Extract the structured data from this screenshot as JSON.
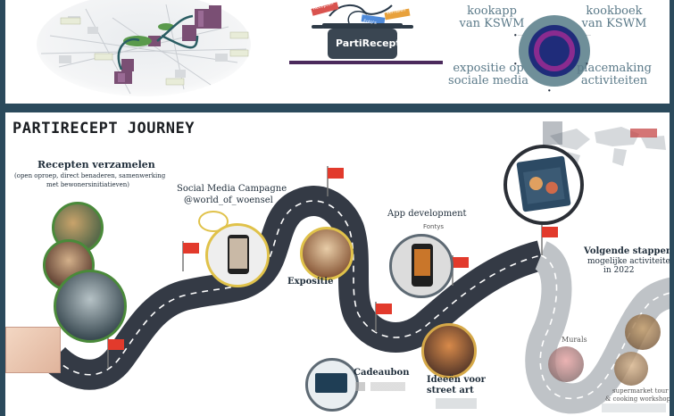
{
  "top": {
    "pot_label": "PartiRecept",
    "pot_tags": [
      "Recepten",
      "Foto's",
      "Verhalen"
    ],
    "wheel": {
      "kookapp": "kookapp van KSWM",
      "kookboek": "kookboek van KSWM",
      "expositie": "expositie op sociale media",
      "placemaking": "placemaking activiteiten"
    }
  },
  "journey": {
    "title": "PARTIRECEPT JOURNEY",
    "recepten_title": "Recepten verzamelen",
    "recepten_sub1": "(open oproep, direct benaderen, samenwerking",
    "recepten_sub2": "met bewonersinitiatieven)",
    "social_title": "Social Media Campagne",
    "social_handle": "@world_of_woensel",
    "expositie": "Expositie",
    "app_title": "App development",
    "fontys": "Fontys",
    "cadeaubon": "Cadeaubon",
    "ideeen1": "Ideeën voor",
    "ideeen2": "street art",
    "volgende1": "Volgende stappen:",
    "volgende2": "mogelijke activiteiten",
    "volgende3": "in 2022",
    "murals": "Murals",
    "supermarket1": "supermarket tour",
    "supermarket2": "& cooking workshop"
  },
  "colors": {
    "background": "#2b4a5c",
    "road_dark": "#343a45",
    "road_light": "#bfc3c7",
    "flag": "#e23a2c",
    "accent_teal": "#5b7a89"
  }
}
